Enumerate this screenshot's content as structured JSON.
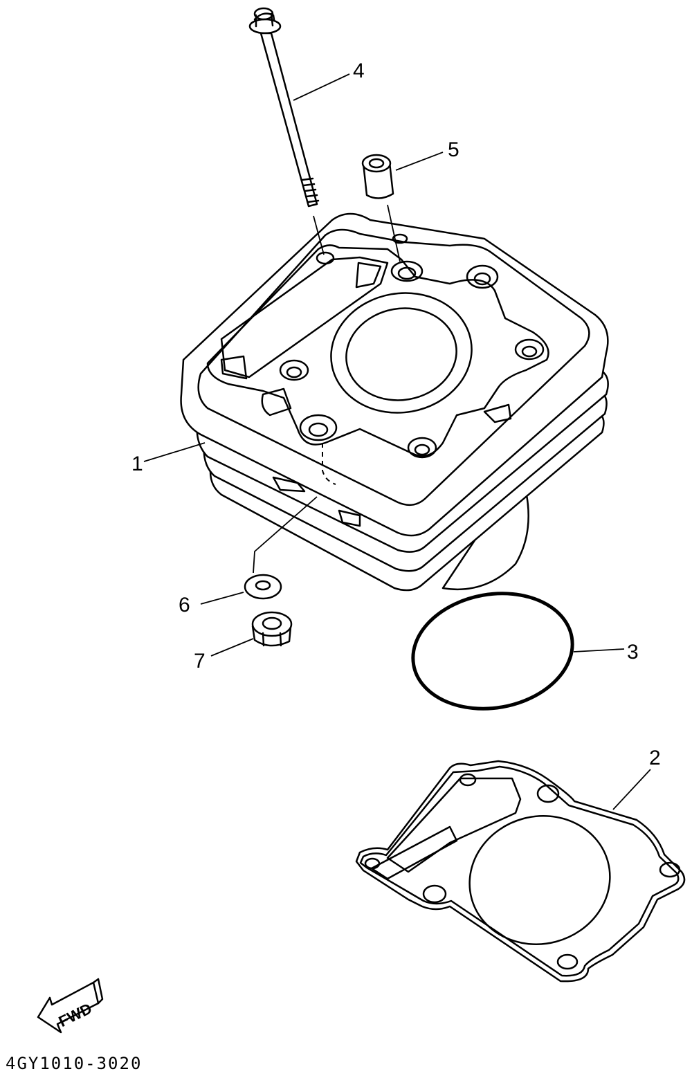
{
  "diagram": {
    "parts": [
      {
        "id": "cylinder",
        "callout": "1"
      },
      {
        "id": "cylinder-gasket",
        "callout": "2"
      },
      {
        "id": "o-ring",
        "callout": "3"
      },
      {
        "id": "stud-bolt",
        "callout": "4"
      },
      {
        "id": "dowel-pin",
        "callout": "5"
      },
      {
        "id": "washer",
        "callout": "6"
      },
      {
        "id": "nut",
        "callout": "7"
      }
    ],
    "direction_label": "FWD",
    "part_code": "4GY1010-3020"
  }
}
